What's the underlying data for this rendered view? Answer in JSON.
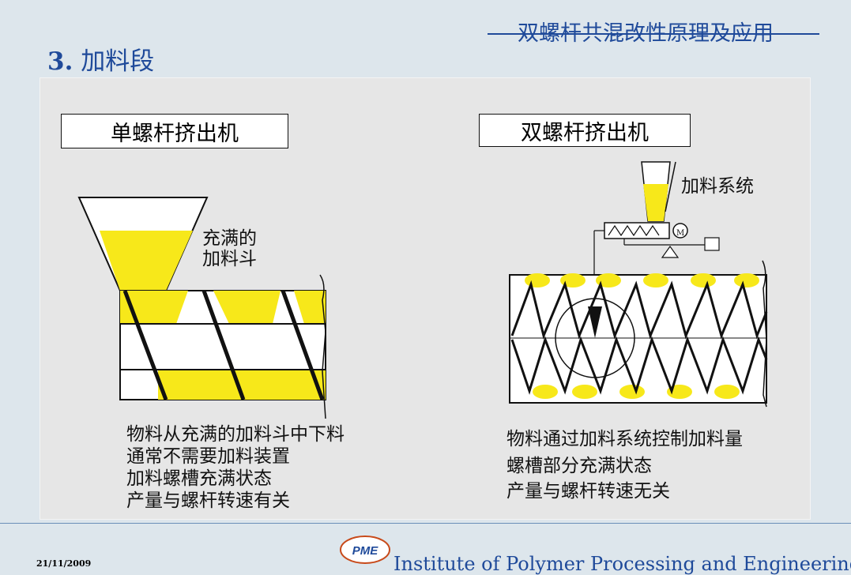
{
  "header": {
    "course_title": "双螺杆共混改性原理及应用"
  },
  "slide": {
    "number": "3.",
    "title": "加料段"
  },
  "left": {
    "heading": "单螺杆挤出机",
    "hopper_label": [
      "充满的",
      "加料斗"
    ],
    "notes": [
      "物料从充满的加料斗中下料",
      "通常不需要加料装置",
      "加料螺槽充满状态",
      "产量与螺杆转速有关"
    ]
  },
  "right": {
    "heading": "双螺杆挤出机",
    "feeder_label": "加料系统",
    "motor_symbol": "M",
    "notes": [
      "物料通过加料系统控制加料量",
      "螺槽部分充满状态",
      "产量与螺杆转速无关"
    ]
  },
  "footer": {
    "date": "21/11/2009",
    "logo_text": "PME",
    "institute": "Institute of Polymer Processing and Engineering"
  },
  "colors": {
    "accent": "#1f4a9a",
    "material": "#f7e81a",
    "panel": "#e6e6e6"
  }
}
